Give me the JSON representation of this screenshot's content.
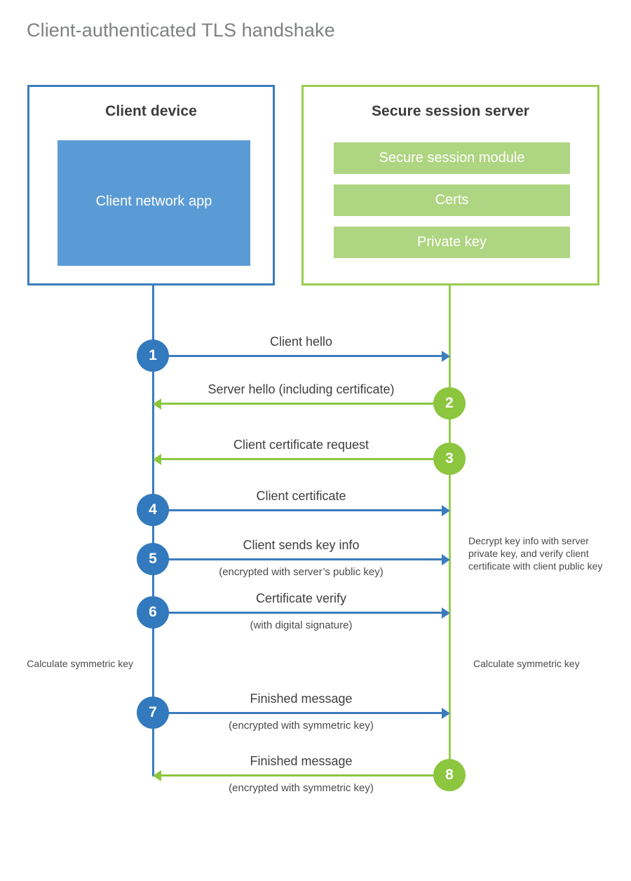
{
  "title": "Client-authenticated TLS handshake",
  "actors": {
    "client": {
      "title": "Client device",
      "app_label": "Client network app"
    },
    "server": {
      "title": "Secure session server",
      "modules": [
        "Secure session module",
        "Certs",
        "Private key"
      ]
    }
  },
  "messages": [
    {
      "step": "1",
      "label": "Client hello",
      "sublabel": "",
      "direction": "client-to-server",
      "origin": "client"
    },
    {
      "step": "2",
      "label": "Server hello (including certificate)",
      "sublabel": "",
      "direction": "server-to-client",
      "origin": "server"
    },
    {
      "step": "3",
      "label": "Client certificate request",
      "sublabel": "",
      "direction": "server-to-client",
      "origin": "server"
    },
    {
      "step": "4",
      "label": "Client certificate",
      "sublabel": "",
      "direction": "client-to-server",
      "origin": "client"
    },
    {
      "step": "5",
      "label": "Client sends key info",
      "sublabel": "(encrypted with server’s public key)",
      "direction": "client-to-server",
      "origin": "client"
    },
    {
      "step": "6",
      "label": "Certificate verify",
      "sublabel": "(with digital signature)",
      "direction": "client-to-server",
      "origin": "client"
    },
    {
      "step": "7",
      "label": "Finished message",
      "sublabel": "(encrypted with symmetric key)",
      "direction": "client-to-server",
      "origin": "client"
    },
    {
      "step": "8",
      "label": "Finished message",
      "sublabel": "(encrypted with symmetric key)",
      "direction": "server-to-client",
      "origin": "server"
    }
  ],
  "notes": {
    "server_decrypt": "Decrypt key info with server private key, and verify client certificate with client public key",
    "client_calculate": "Calculate symmetric key",
    "server_calculate": "Calculate symmetric key"
  },
  "colors": {
    "client_blue": "#3b7cbe",
    "client_fill_blue": "#5b9bd5",
    "step_blue": "#3279bd",
    "server_green": "#9bcb51",
    "server_fill_green": "#aed581",
    "arrow_green": "#8cc63e",
    "title_gray": "#7e8082",
    "text_dark": "#3c3c3c"
  }
}
